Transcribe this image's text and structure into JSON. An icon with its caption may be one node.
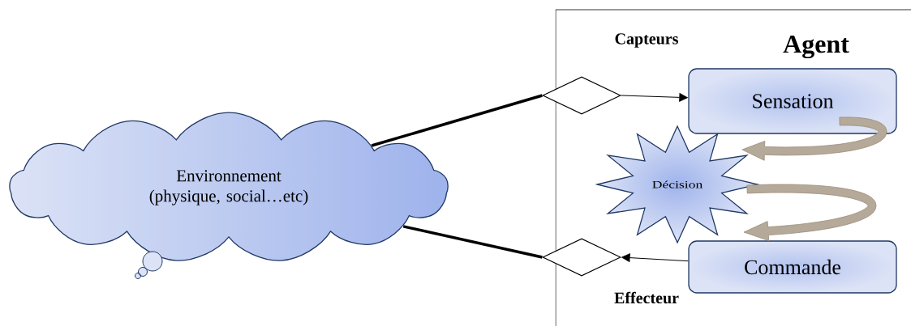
{
  "diagram": {
    "nodes": [
      {
        "text": [
          "Agent"
        ]
      },
      {
        "text": [
          "Environnement (physique, social…etc)"
        ]
      },
      {
        "text": [],
        "shape": "diamond",
        "beside": [
          "Capteurs"
        ]
      },
      {
        "text": [
          "Sensation"
        ],
        "in": 0
      },
      {
        "text": [
          "Décision"
        ],
        "in": 0
      },
      {
        "text": [
          "Commande"
        ],
        "in": 0
      },
      {
        "text": [],
        "shape": "diamond",
        "beside": [
          "Effecteur"
        ]
      }
    ],
    "edges": [
      {
        "from": 1,
        "to": 2,
        "arrow": "none",
        "style": "thick"
      },
      {
        "from": 2,
        "to": 3,
        "arrow": "to"
      },
      {
        "from": 3,
        "to": 4,
        "arrow": "to",
        "color": "#9c8c78"
      },
      {
        "from": 4,
        "to": 5,
        "arrow": "to",
        "color": "#9c8c78"
      },
      {
        "from": 5,
        "to": 6,
        "arrow": "to"
      },
      {
        "from": 6,
        "to": 1,
        "arrow": "none",
        "style": "thick"
      }
    ]
  }
}
